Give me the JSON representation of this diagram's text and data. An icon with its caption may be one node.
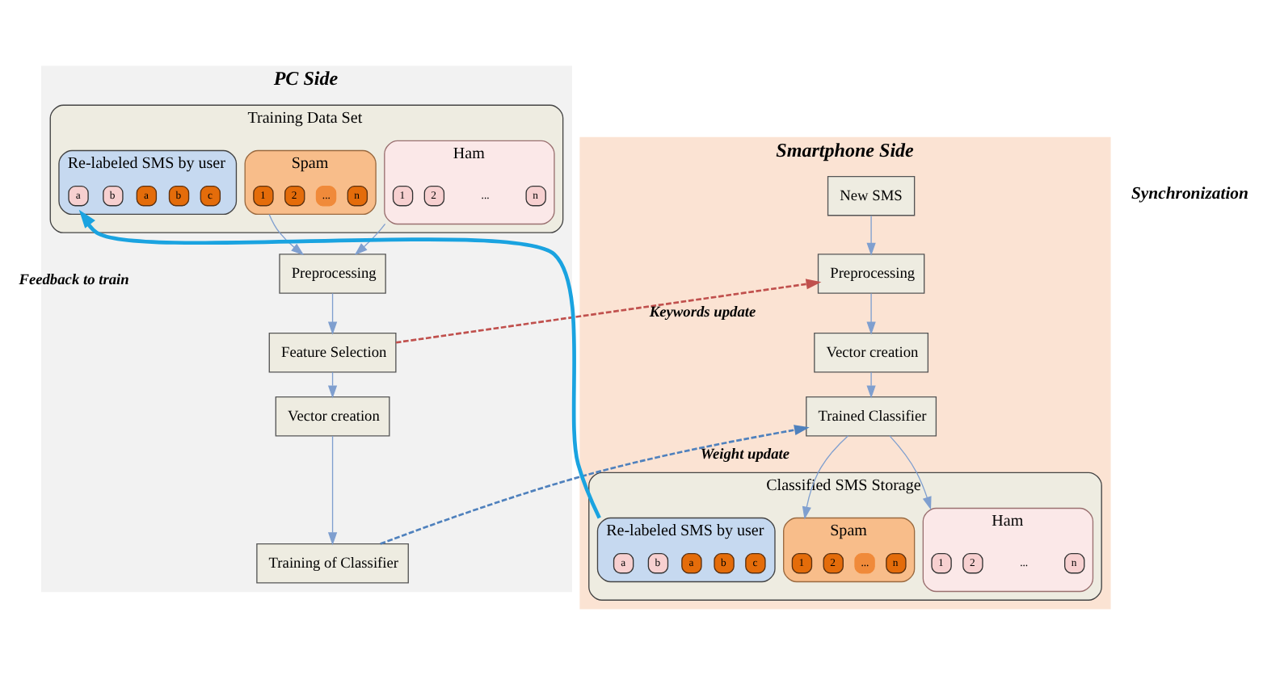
{
  "diagram": {
    "nodes": [
      {
        "text": [
          "PC Side"
        ]
      },
      {
        "text": [
          "Training Data Set"
        ],
        "in": 0
      },
      {
        "text": [
          "Spam"
        ],
        "in": 1
      },
      {
        "text": [
          "1"
        ],
        "in": 2
      },
      {
        "text": [
          "2"
        ],
        "in": 2
      },
      {
        "text": [
          "..."
        ],
        "in": 2
      },
      {
        "text": [
          "n"
        ],
        "in": 2
      },
      {
        "text": [
          "Ham"
        ],
        "in": 1
      },
      {
        "text": [
          "1"
        ],
        "in": 7
      },
      {
        "text": [
          "2"
        ],
        "in": 7
      },
      {
        "text": [
          "..."
        ],
        "in": 7
      },
      {
        "text": [
          "n"
        ],
        "in": 7
      },
      {
        "text": [
          "Re-labeled SMS by user"
        ],
        "in": 1
      },
      {
        "text": [
          "a"
        ],
        "in": 12
      },
      {
        "text": [
          "b"
        ],
        "in": 12
      },
      {
        "text": [
          "a"
        ],
        "in": 12
      },
      {
        "text": [
          "b"
        ],
        "in": 12
      },
      {
        "text": [
          "c"
        ],
        "in": 12
      },
      {
        "text": [
          "Preprocessing"
        ],
        "in": 0
      },
      {
        "text": [
          "Feature Selection"
        ],
        "in": 0
      },
      {
        "text": [
          "Vector creation"
        ],
        "in": 0
      },
      {
        "text": [
          "Training of Classifier"
        ],
        "in": 0
      },
      {
        "text": [
          "Smartphone Side"
        ]
      },
      {
        "text": [
          "New SMS"
        ],
        "in": 22
      },
      {
        "text": [
          "Preprocessing"
        ],
        "in": 22
      },
      {
        "text": [
          "Vector creation"
        ],
        "in": 22
      },
      {
        "text": [
          "Trained Classifier"
        ],
        "in": 22
      },
      {
        "text": [
          "Classified SMS Storage"
        ],
        "in": 22
      },
      {
        "text": [
          "Spam"
        ],
        "in": 27
      },
      {
        "text": [
          "1"
        ],
        "in": 28
      },
      {
        "text": [
          "2"
        ],
        "in": 28
      },
      {
        "text": [
          "..."
        ],
        "in": 28
      },
      {
        "text": [
          "n"
        ],
        "in": 28
      },
      {
        "text": [
          "Ham"
        ],
        "in": 27
      },
      {
        "text": [
          "1"
        ],
        "in": 33
      },
      {
        "text": [
          "2"
        ],
        "in": 33
      },
      {
        "text": [
          "..."
        ],
        "in": 33
      },
      {
        "text": [
          "n"
        ],
        "in": 33
      },
      {
        "text": [
          "Re-labeled SMS by user"
        ],
        "in": 27
      },
      {
        "text": [
          "a"
        ],
        "in": 38
      },
      {
        "text": [
          "b"
        ],
        "in": 38
      },
      {
        "text": [
          "a"
        ],
        "in": 38
      },
      {
        "text": [
          "b"
        ],
        "in": 38
      },
      {
        "text": [
          "c"
        ],
        "in": 38
      }
    ],
    "edges": [
      {
        "from": 2,
        "to": 18,
        "arrow": "to"
      },
      {
        "from": 7,
        "to": 18,
        "arrow": "to"
      },
      {
        "from": 18,
        "to": 19,
        "arrow": "to"
      },
      {
        "from": 19,
        "to": 20,
        "arrow": "to"
      },
      {
        "from": 20,
        "to": 21,
        "arrow": "to"
      },
      {
        "from": 23,
        "to": 24,
        "arrow": "to"
      },
      {
        "from": 24,
        "to": 25,
        "arrow": "to"
      },
      {
        "from": 25,
        "to": 26,
        "arrow": "to"
      },
      {
        "from": 26,
        "to": 28,
        "arrow": "to"
      },
      {
        "from": 26,
        "to": 33,
        "arrow": "to"
      },
      {
        "from": 19,
        "to": 24,
        "arrow": "to",
        "label": "Keywords update",
        "style": "dashed",
        "color": "#c0504d"
      },
      {
        "from": 21,
        "to": 26,
        "arrow": "to",
        "label": "Weight update",
        "style": "dashed",
        "color": "#4f81bd"
      },
      {
        "from": 38,
        "to": 12,
        "arrow": "to",
        "label": "Feedback to train",
        "style": "thick",
        "color": "#1aa3e0"
      }
    ],
    "labels": [
      "Synchronization"
    ]
  }
}
